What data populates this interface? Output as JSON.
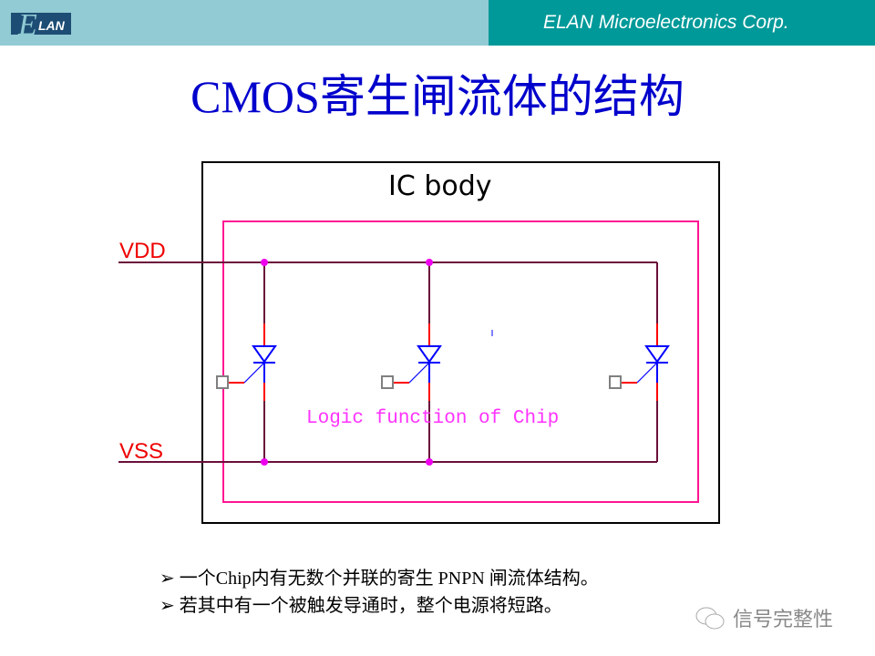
{
  "header": {
    "company": "ELAN Microelectronics Corp.",
    "logo_text": "ELAN"
  },
  "title": "CMOS寄生闸流体的结构",
  "diagram": {
    "box_label": "IC body",
    "vdd": "VDD",
    "vss": "VSS",
    "logic_label": "Logic function of Chip"
  },
  "bullets": [
    {
      "marker": "➢",
      "text": "一个Chip内有无数个并联的寄生 PNPN 闸流体结构。"
    },
    {
      "marker": "➢",
      "text": "若其中有一个被触发导通时，整个电源将短路。"
    }
  ],
  "watermark": "信号完整性"
}
